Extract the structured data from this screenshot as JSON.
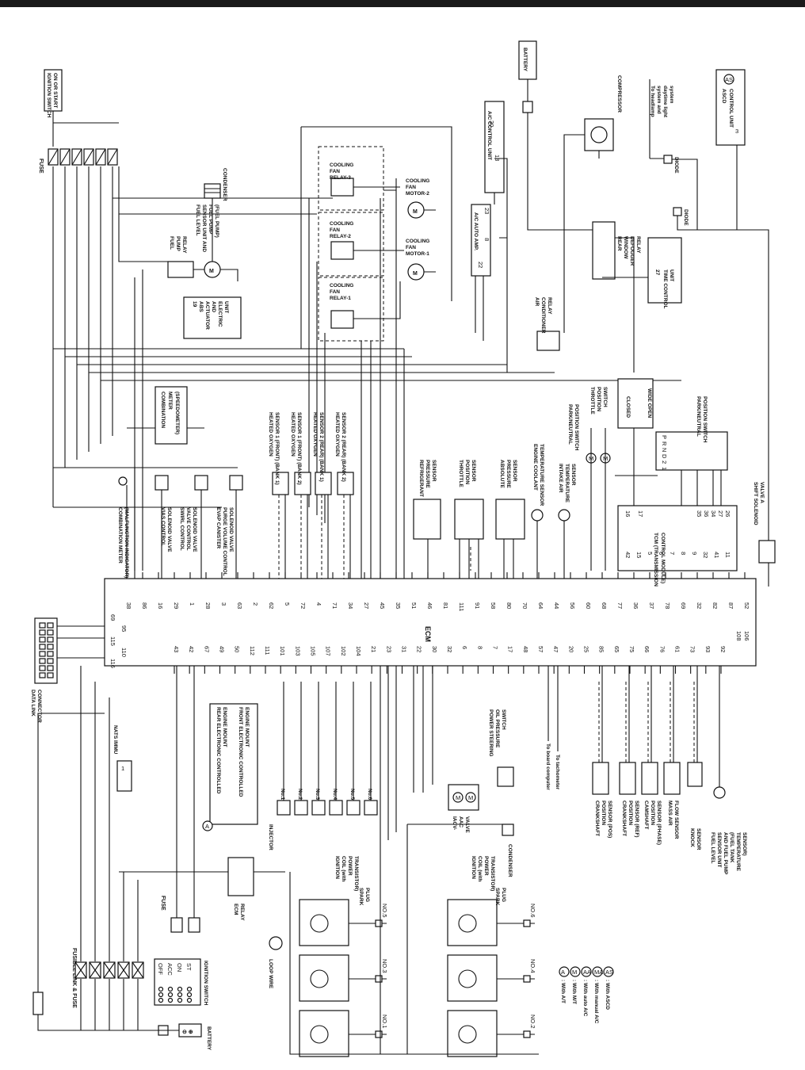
{
  "ecm": {
    "label": "ECM",
    "top_pins": [
      "38",
      "86",
      "16",
      "29",
      "1",
      "28",
      "3",
      "63",
      "2",
      "62",
      "5",
      "72",
      "4",
      "71",
      "34",
      "27",
      "45",
      "35",
      "51",
      "46",
      "81",
      "111",
      "91",
      "58",
      "80",
      "70",
      "64",
      "44",
      "56",
      "60",
      "68",
      "77",
      "36",
      "37",
      "78",
      "69",
      "32",
      "82",
      "87",
      "52"
    ],
    "left_pins": [
      "69",
      "95",
      "115",
      "110",
      "116"
    ],
    "bottom_pins": [
      "43",
      "42",
      "67",
      "49",
      "50",
      "112",
      "111",
      "101",
      "103",
      "105",
      "107",
      "102",
      "104",
      "21",
      "23",
      "31",
      "22",
      "30",
      "32",
      "6",
      "8",
      "7",
      "17",
      "48",
      "57",
      "47",
      "20",
      "25",
      "85",
      "65",
      "75",
      "66",
      "76",
      "61",
      "73",
      "93",
      "92"
    ],
    "right_pins": [
      "108",
      "106"
    ]
  },
  "components": {
    "ignition_switch_top": [
      "IGNITION SWITCH",
      "ON OR START"
    ],
    "battery_top": "BATTERY",
    "compressor": "COMPRESSOR",
    "to_headlamp": [
      "To headlamp",
      "system and",
      "daytime light",
      "system"
    ],
    "ascd_unit": [
      "ASCD",
      "CONTROL UNIT"
    ],
    "ascd_badge": "AS",
    "ascd_pin": "3",
    "fuse_left": "FUSE",
    "condenser_top": "CONDENSER",
    "fuel_pump_relay": [
      "FUEL",
      "PUMP",
      "RELAY"
    ],
    "fuel_level_sensor": [
      "FUEL LEVEL",
      "SENSOR UNIT AND",
      "FUEL PUMP",
      "(FUEL PUMP)"
    ],
    "cooling_fan_relay_3": [
      "COOLING",
      "FAN",
      "RELAY-3"
    ],
    "cooling_fan_relay_2": [
      "COOLING",
      "FAN",
      "RELAY-2"
    ],
    "cooling_fan_relay_1": [
      "COOLING",
      "FAN",
      "RELAY-1"
    ],
    "cooling_fan_motor_2": [
      "COOLING",
      "FAN",
      "MOTOR-2"
    ],
    "cooling_fan_motor_1": [
      "COOLING",
      "FAN",
      "MOTOR-1"
    ],
    "ac_control_unit": [
      "A/C CONTROL UNIT",
      "30",
      "13"
    ],
    "ac_auto_amp": [
      "A/C AUTO AMP.",
      "23",
      "8",
      "22"
    ],
    "rear_window_defogger": [
      "REAR",
      "WINDOW",
      "DEFOGGER",
      "RELAY"
    ],
    "diode_1": "DIODE",
    "diode_2": "DIODE",
    "time_control_unit": [
      "27",
      "TIME CONTROL",
      "UNIT"
    ],
    "air_conditioner_relay": [
      "AIR",
      "CONDITIONER",
      "RELAY"
    ],
    "abs_actuator": [
      "19",
      "ABS",
      "ACTUATOR",
      "AND",
      "ELECTRIC",
      "UNIT"
    ],
    "combination_meter": [
      "COMBINATION",
      "METER",
      "(SPEEDOMETER)"
    ],
    "throttle_position_switch": [
      "THROTTLE",
      "POSITION",
      "SWITCH"
    ],
    "closed": "CLOSED",
    "wide_open": "WIDE OPEN",
    "park_neutral_m": [
      "PARK/NEUTRAL",
      "POSITION SWITCH"
    ],
    "park_neutral_a": [
      "PARK/NEUTRAL",
      "POSITION SWITCH"
    ],
    "shift_positions": [
      "P",
      "R",
      "N",
      "D",
      "2",
      "1"
    ],
    "combination_meter_mil": [
      "COMBINATION METER",
      "(MALFUNCTION INDICATOR)"
    ],
    "vias": [
      "VIAS CONTROL",
      "SOLENOID VALVE"
    ],
    "swirl": [
      "SWIRL CONTROL",
      "VALVE CONTROL",
      "SOLENOID VALVE"
    ],
    "evap": [
      "EVAP CANISTER",
      "PURGE VOLUME CONTROL",
      "SOLENOID VALVE"
    ],
    "hos_1": [
      "HEATED OXYGEN",
      "SENSOR 1 (FRONT) (BANK 1)"
    ],
    "hos_2": [
      "HEATED OXYGEN",
      "SENSOR 1 (FRONT) (BANK 2)"
    ],
    "hos_3": [
      "HEATED OXYGEN",
      "SENSOR 2 (REAR) (BANK 1)"
    ],
    "hos_4": [
      "HEATED OXYGEN",
      "SENSOR 2 (REAR) (BANK 2)"
    ],
    "refrigerant": [
      "REFRIGERANT",
      "PRESSURE",
      "SENSOR"
    ],
    "throttle_sensor": [
      "THROTTLE",
      "POSITION",
      "SENSOR"
    ],
    "absolute_pressure": [
      "ABSOLUTE",
      "PRESSURE",
      "SENSOR"
    ],
    "coolant_temp": [
      "ENGINE COOLANT",
      "TEMPERATURE SENSOR"
    ],
    "intake_air": [
      "INTAKE AIR",
      "TEMPERATURE",
      "SENSOR"
    ],
    "tcm": [
      "TCM (TRANSMISSION",
      "CONTROL MODULE)"
    ],
    "tcm_pins_top": [
      "16",
      "17",
      "35",
      "36",
      "34",
      "27",
      "26"
    ],
    "tcm_pins_bottom": [
      "42",
      "15",
      "5",
      "6",
      "7",
      "8",
      "9",
      "32",
      "41",
      "11"
    ],
    "shift_solenoid": [
      "SHIFT SOLENOID",
      "VALVE A"
    ],
    "data_link": [
      "DATA LINK",
      "CONNECTOR"
    ],
    "nats": [
      "NATS IMMU"
    ],
    "nats_pin": "1",
    "rear_mount": [
      "REAR ELECTRONIC CONTROLLED",
      "ENGINE MOUNT"
    ],
    "front_mount": [
      "FRONT ELECTRONIC CONTROLLED",
      "ENGINE MOUNT"
    ],
    "injector": "INJECTOR",
    "injectors": [
      "No.1",
      "No.2",
      "No.3",
      "No.4",
      "No.5",
      "No.6"
    ],
    "iacv": [
      "IACV-",
      "AAC",
      "VALVE"
    ],
    "power_steering": [
      "POWER STEERING",
      "OIL PRESSURE",
      "SWITCH"
    ],
    "to_board": "To board computer",
    "to_tacho": "To tachometer",
    "crankshaft_pos": [
      "CRANKSHAFT",
      "POSITION",
      "SENSOR (POS)"
    ],
    "crankshaft_ref": [
      "CRANKSHAFT",
      "POSITION",
      "SENSOR (REF)"
    ],
    "camshaft": [
      "CAMSHAFT",
      "POSITION",
      "SENSOR (PHASE)"
    ],
    "maf": [
      "MASS AIR",
      "FLOW SENSOR"
    ],
    "knock": [
      "KNOCK",
      "SENSOR"
    ],
    "fuel_level_temp": [
      "FUEL LEVEL",
      "SENSOR UNIT",
      "AND FUEL PUMP",
      "(FUEL TANK",
      "TEMPERATURE",
      "SENSOR)"
    ],
    "ecm_relay": [
      "ECM",
      "RELAY"
    ],
    "fuse_mid": "FUSE",
    "fusible_link": "FUSIBLE LINK & FUSE",
    "ignition_switch_bottom": "IGNITION SWITCH",
    "ign_positions": [
      "OFF",
      "ACC",
      "ON",
      "ST"
    ],
    "battery_bottom": "BATTERY",
    "loop_wire": "LOOP WIRE",
    "ign_coil_a": [
      "IGNITION",
      "COIL (with",
      "POWER",
      "TRANSISTOR)"
    ],
    "ign_coil_b": [
      "IGNITION",
      "COIL (with",
      "POWER",
      "TRANSISTOR)"
    ],
    "spark_plug_a": [
      "SPARK",
      "PLUG"
    ],
    "spark_plug_b": [
      "SPARK",
      "PLUG"
    ],
    "condenser_bottom": "CONDENSER",
    "plugs_a": [
      "NO.5",
      "NO.3",
      "NO.1"
    ],
    "plugs_b": [
      "NO.6",
      "NO.4",
      "NO.2"
    ]
  },
  "legend": [
    {
      "badge": "A",
      "text": ": With A/T"
    },
    {
      "badge": "M",
      "text": ": With M/T"
    },
    {
      "badge": "AA",
      "text": ": With auto A/C"
    },
    {
      "badge": "MA",
      "text": ": With manual A/C"
    },
    {
      "badge": "AS",
      "text": ": With ASCD"
    }
  ]
}
